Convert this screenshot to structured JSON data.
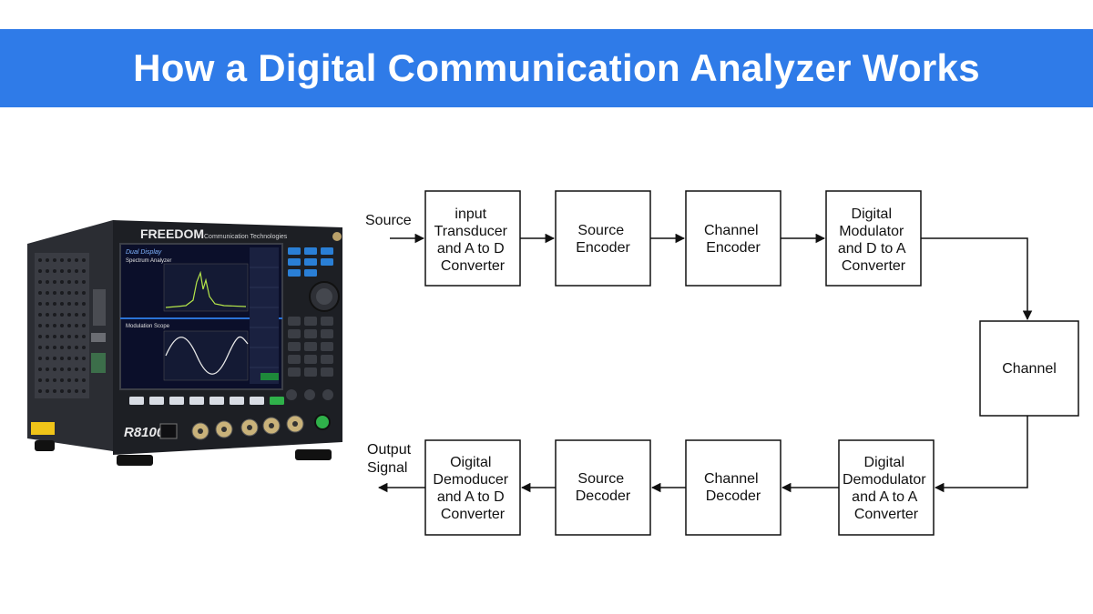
{
  "header": {
    "title": "How a Digital Communication Analyzer Works"
  },
  "device": {
    "brand": "FREEDOM",
    "brand_sub": "Communication Technologies",
    "model": "R8100",
    "screen_top_title": "Dual Display",
    "screen_top_sub": "Spectrum Analyzer",
    "screen_bottom_sub": "Modulation Scope"
  },
  "diagram": {
    "source_label": "Source",
    "output_label_line1": "Output",
    "output_label_line2": "Signal",
    "top_row": [
      {
        "id": "input-transducer",
        "lines": [
          "input",
          "Transducer",
          "and A to D",
          "Converter"
        ]
      },
      {
        "id": "source-encoder",
        "lines": [
          "Source",
          "Encoder"
        ]
      },
      {
        "id": "channel-encoder",
        "lines": [
          "Channel",
          "Encoder"
        ]
      },
      {
        "id": "digital-modulator",
        "lines": [
          "Digital",
          "Modulator",
          "and D to A",
          "Converter"
        ]
      }
    ],
    "channel": {
      "id": "channel",
      "lines": [
        "Channel"
      ]
    },
    "bottom_row": [
      {
        "id": "digital-demodulator",
        "lines": [
          "Digital",
          "Demodulator",
          "and A to A",
          "Converter"
        ]
      },
      {
        "id": "channel-decoder",
        "lines": [
          "Channel",
          "Decoder"
        ]
      },
      {
        "id": "source-decoder",
        "lines": [
          "Source",
          "Decoder"
        ]
      },
      {
        "id": "digital-demoducer",
        "lines": [
          "Oigital",
          "Demoducer",
          "and A to D",
          "Converter"
        ]
      }
    ]
  },
  "colors": {
    "banner": "#2f7be8",
    "device_body": "#1d1f24",
    "screen": "#0b0f2a",
    "key_blue": "#2a7fd6"
  }
}
